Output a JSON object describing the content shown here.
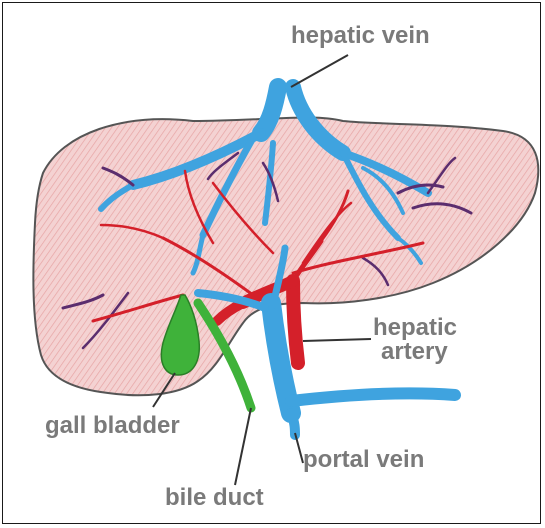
{
  "labels": {
    "hepatic_vein": "hepatic vein",
    "hepatic_artery_line1": "hepatic",
    "hepatic_artery_line2": "artery",
    "gall_bladder": "gall bladder",
    "portal_vein": "portal vein",
    "bile_duct": "bile duct"
  },
  "colors": {
    "liver_fill": "#f3c9c9",
    "liver_outline": "#555555",
    "vein_blue": "#3fa3df",
    "artery_red": "#d4202a",
    "hepatic_vein_purple": "#5b2d6e",
    "gall_bladder_green": "#3fb23a",
    "label_gray": "#7a7a7a"
  }
}
